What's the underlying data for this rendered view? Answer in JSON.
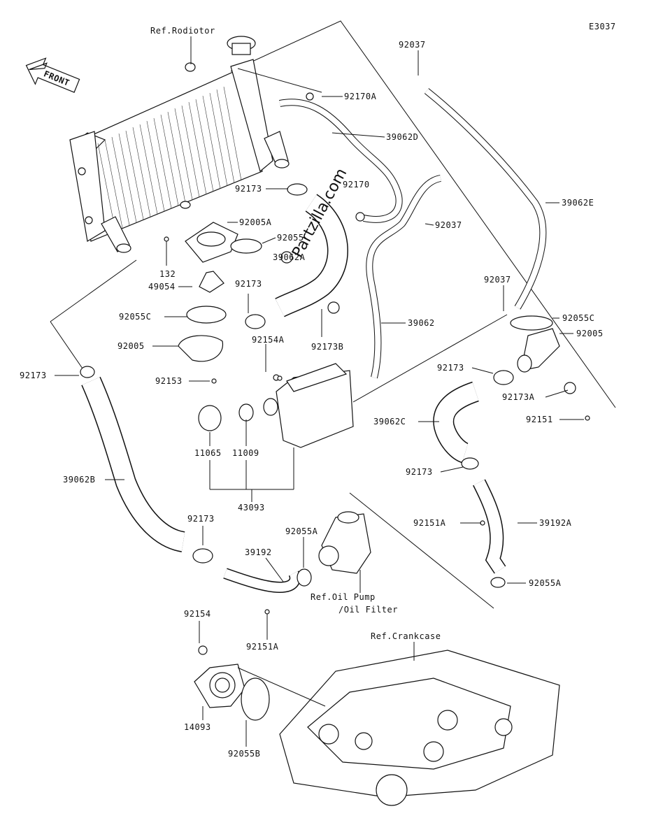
{
  "diagram_code": "E3037",
  "front_label": "FRONT",
  "watermark": "Partzilla.com",
  "refs": {
    "radiator": "Ref.Rodiotor",
    "oil_pump": "Ref.Oil Pump",
    "oil_filter": "/Oil Filter",
    "crankcase": "Ref.Crankcase"
  },
  "parts": {
    "p92037_top": "92037",
    "p92170A": "92170A",
    "p39062D": "39062D",
    "p92173_a": "92173",
    "p92170": "92170",
    "p39062E": "39062E",
    "p92005A": "92005A",
    "p92037_mid": "92037",
    "p92055": "92055",
    "p39062A": "39062A",
    "p132": "132",
    "p49054": "49054",
    "p92173_b": "92173",
    "p92037_right": "92037",
    "p92055C_left": "92055C",
    "p39062": "39062",
    "p92055C_right": "92055C",
    "p92005_right": "92005",
    "p92005_left": "92005",
    "p92154A": "92154A",
    "p92173B": "92173B",
    "p92173_left": "92173",
    "p92153": "92153",
    "p92173_c": "92173",
    "p92173A": "92173A",
    "p92151": "92151",
    "p39062C": "39062C",
    "p11065": "11065",
    "p11009": "11009",
    "p39062B": "39062B",
    "p92173_d": "92173",
    "p43093": "43093",
    "p92151A_right": "92151A",
    "p39192A": "39192A",
    "p92173_e": "92173",
    "p92055A_top": "92055A",
    "p39192": "39192",
    "p92055A_right": "92055A",
    "p92154": "92154",
    "p92151A_bottom": "92151A",
    "p14093": "14093",
    "p92055B": "92055B"
  }
}
